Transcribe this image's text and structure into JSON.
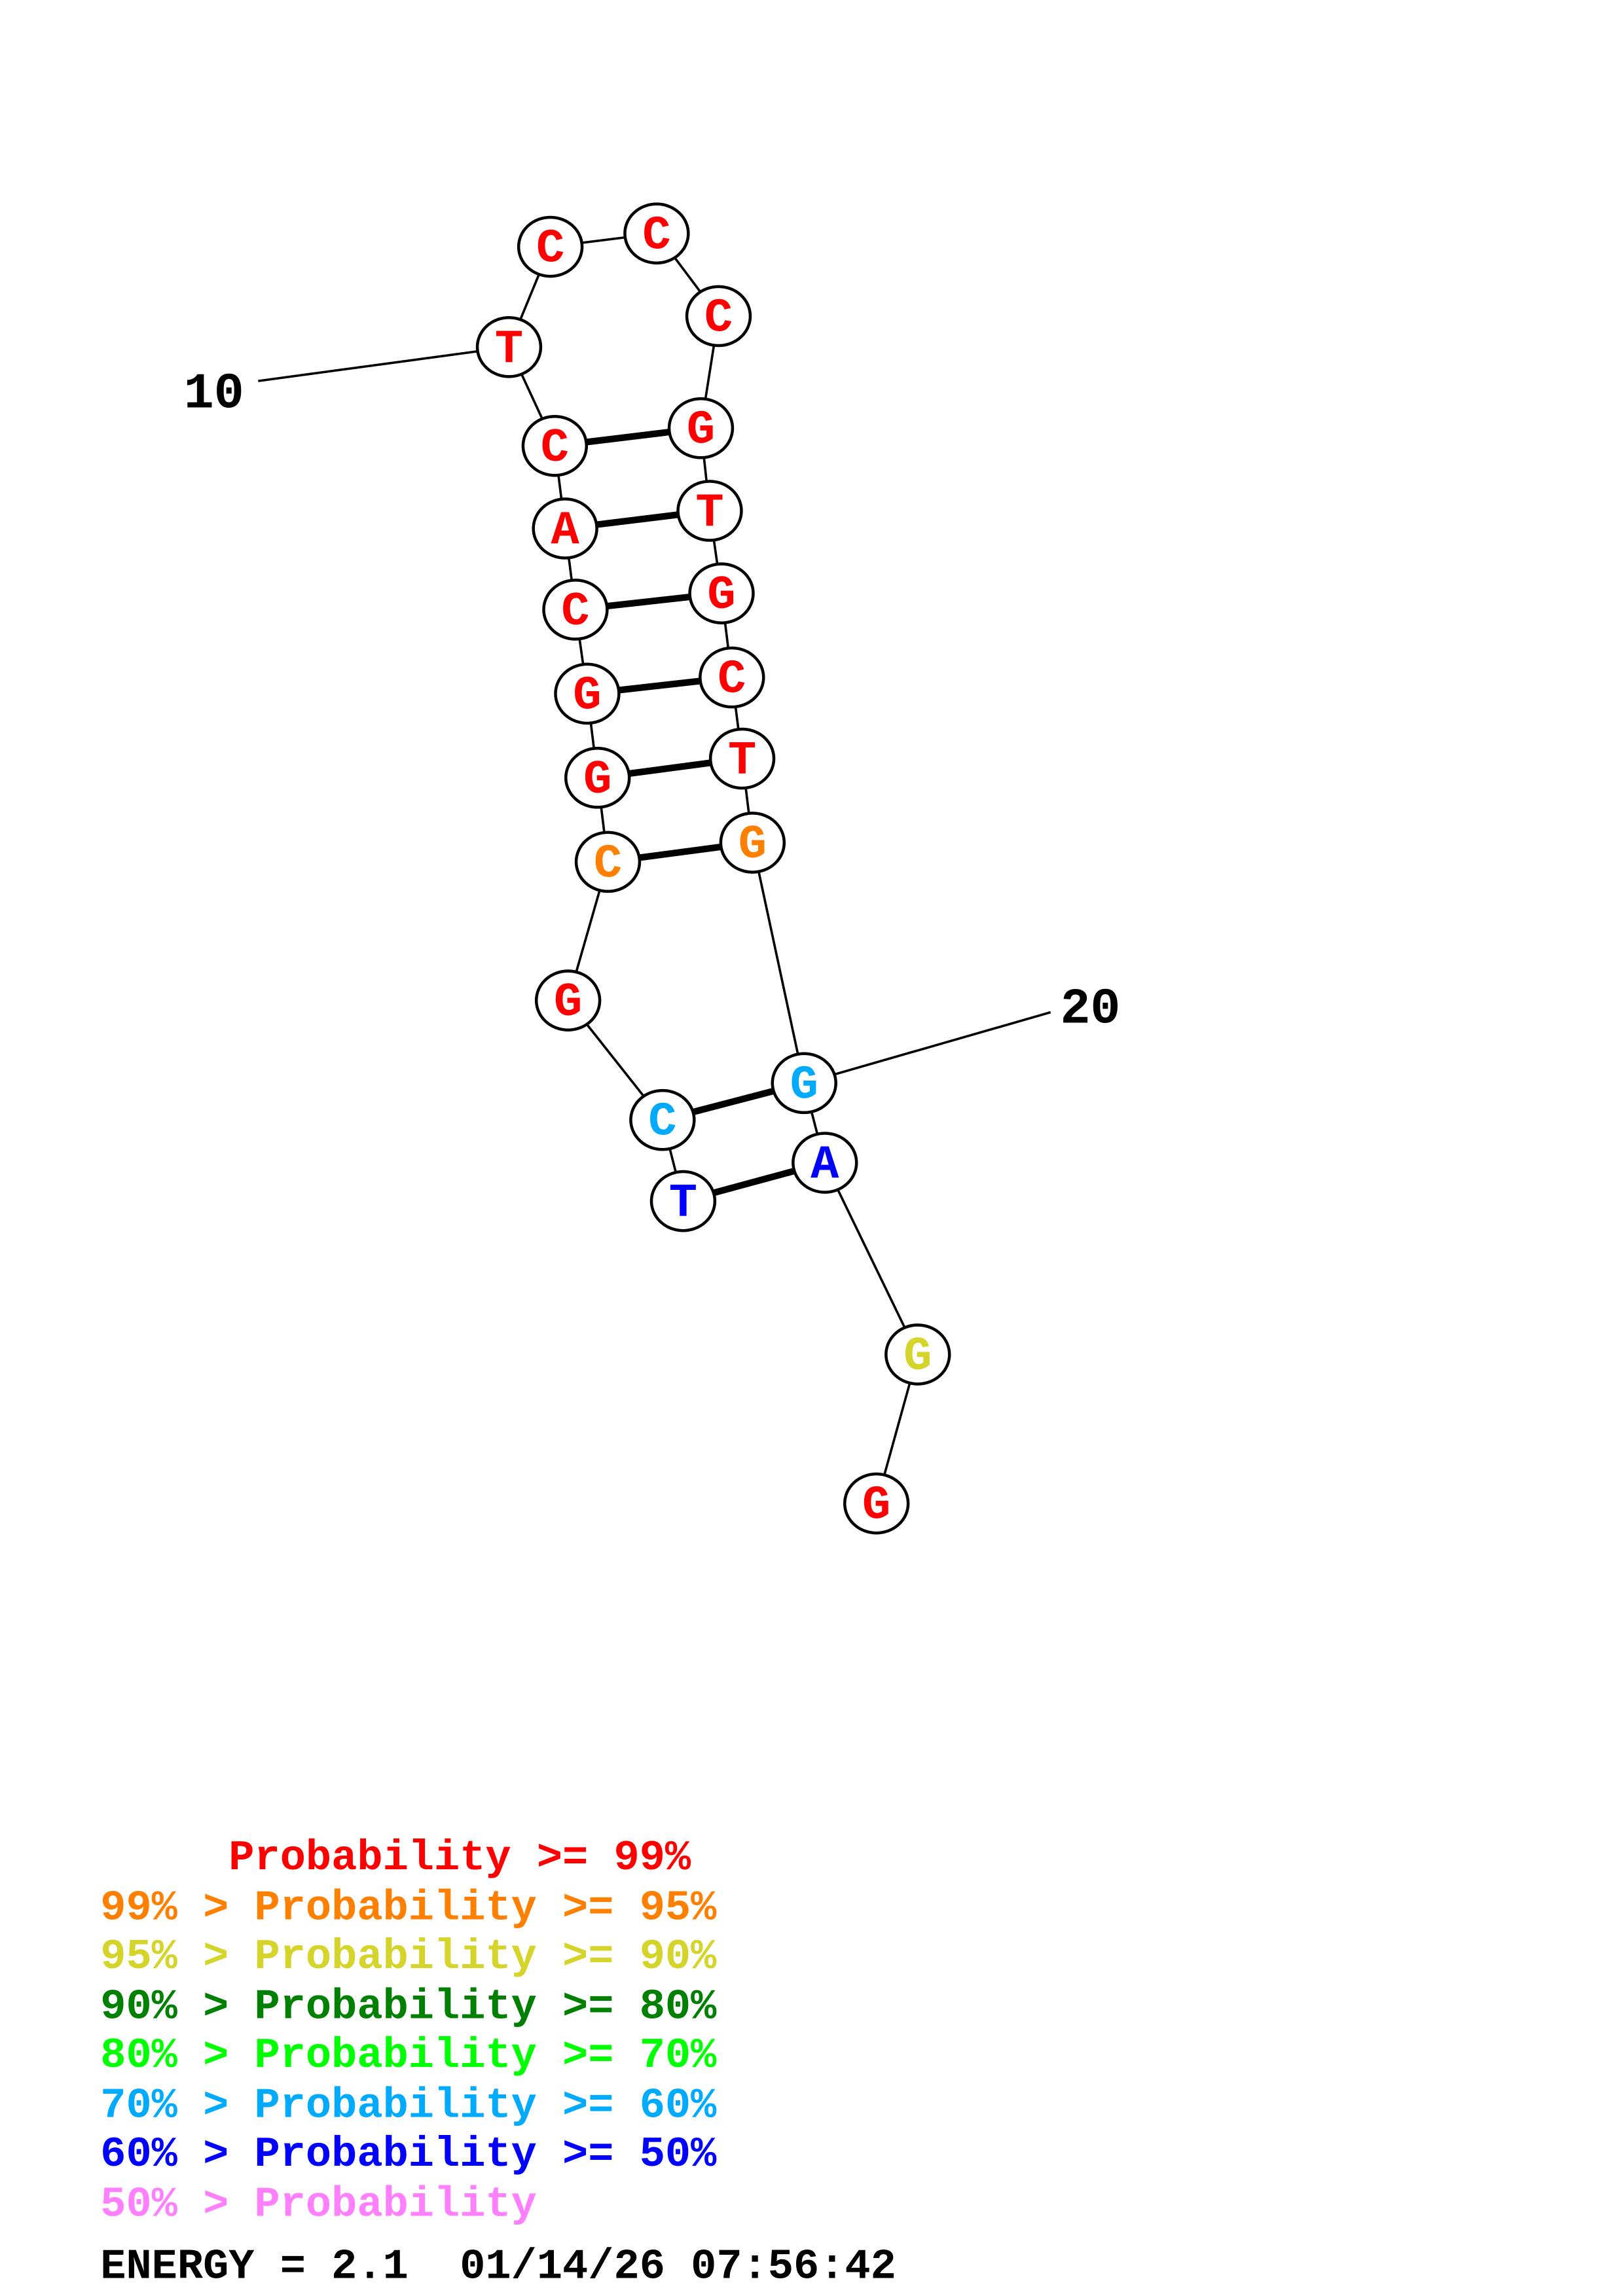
{
  "structure": {
    "sequence": [
      "T",
      "C",
      "G",
      "C",
      "G",
      "G",
      "C",
      "A",
      "C",
      "T",
      "C",
      "C",
      "C",
      "G",
      "T",
      "G",
      "C",
      "T",
      "G",
      "G",
      "A",
      "G",
      "G"
    ],
    "probability_class": [
      "p50",
      "p60",
      "p99",
      "p95",
      "p99",
      "p99",
      "p99",
      "p99",
      "p99",
      "p99",
      "p99",
      "p99",
      "p99",
      "p99",
      "p99",
      "p99",
      "p99",
      "p99",
      "p95",
      "p60",
      "p50",
      "p90",
      "p99"
    ],
    "pairs": [
      [
        1,
        21
      ],
      [
        2,
        20
      ],
      [
        4,
        19
      ],
      [
        5,
        18
      ],
      [
        6,
        17
      ],
      [
        7,
        16
      ],
      [
        8,
        15
      ],
      [
        9,
        14
      ]
    ],
    "position_labels": [
      {
        "index": 10,
        "text": "10"
      },
      {
        "index": 20,
        "text": "20"
      }
    ]
  },
  "colors": {
    "p99": "#ff0000",
    "p95": "#ff8000",
    "p90": "#d4d42a",
    "p80": "#008000",
    "p70": "#00ff00",
    "p60": "#00aaff",
    "p50": "#0000ff",
    "plow": "#ff80ff"
  },
  "legend": [
    {
      "key": "p99",
      "text": "     Probability >= 99%"
    },
    {
      "key": "p95",
      "text": "99% > Probability >= 95%"
    },
    {
      "key": "p90",
      "text": "95% > Probability >= 90%"
    },
    {
      "key": "p80",
      "text": "90% > Probability >= 80%"
    },
    {
      "key": "p70",
      "text": "80% > Probability >= 70%"
    },
    {
      "key": "p60",
      "text": "70% > Probability >= 60%"
    },
    {
      "key": "p50",
      "text": "60% > Probability >= 50%"
    },
    {
      "key": "plow",
      "text": "50% > Probability"
    }
  ],
  "footer": "ENERGY = 2.1  01/14/26 07:56:42"
}
